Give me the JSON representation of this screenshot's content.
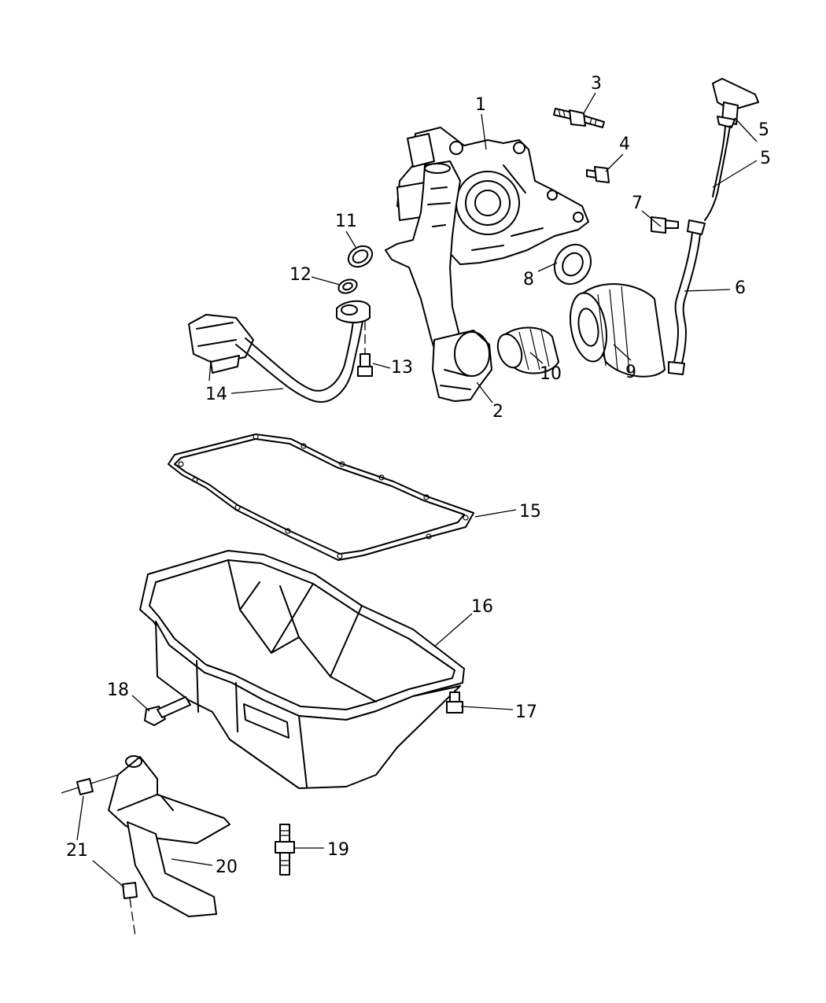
{
  "callouts": {
    "c1": "1",
    "c2": "2",
    "c3": "3",
    "c4": "4",
    "c5a": "5",
    "c5b": "5",
    "c6": "6",
    "c7": "7",
    "c8": "8",
    "c9": "9",
    "c10": "10",
    "c11": "11",
    "c12": "12",
    "c13": "13",
    "c14": "14",
    "c15": "15",
    "c16": "16",
    "c17": "17",
    "c18": "18",
    "c19": "19",
    "c20": "20",
    "c21": "21"
  },
  "colors": {
    "line": "#000000",
    "background": "#ffffff"
  }
}
